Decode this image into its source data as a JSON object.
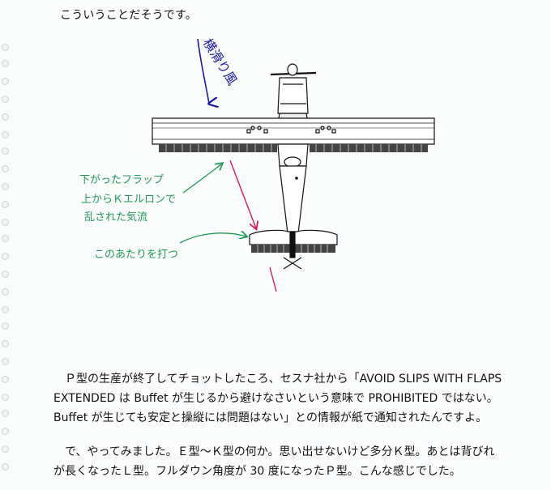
{
  "intro_line": "こういうことだそうです。",
  "annotations": {
    "wind": "横滑り風",
    "flap_note_1": "下がったフラップ",
    "flap_note_2": "上からＫエルロンで",
    "flap_note_3": "乱された気流",
    "tail_note": "このあたりを打つ"
  },
  "paragraphs": [
    "　Ｐ型の生産が終了してチョットしたころ、セスナ社から「AVOID SLIPS WITH FLAPS",
    "EXTENDED は Buffet が生じるから避けなさいという意味で PROHIBITED ではない。",
    "Buffet が生じても安定と操縦には問題はない」との情報が紙で通知されたんですよ。",
    "　で、やってみました。Ｅ型～Ｋ型の何か。思い出せないけど多分Ｋ型。あとは背びれ",
    "が長くなったＬ型。フルダウン角度が 30 度になったＰ型。こんな感じでした。"
  ],
  "colors": {
    "wind_arrow": "#1a1aa8",
    "airflow_line": "#d81a5a",
    "annotation_green": "#1f9a55",
    "ink": "#111111"
  }
}
